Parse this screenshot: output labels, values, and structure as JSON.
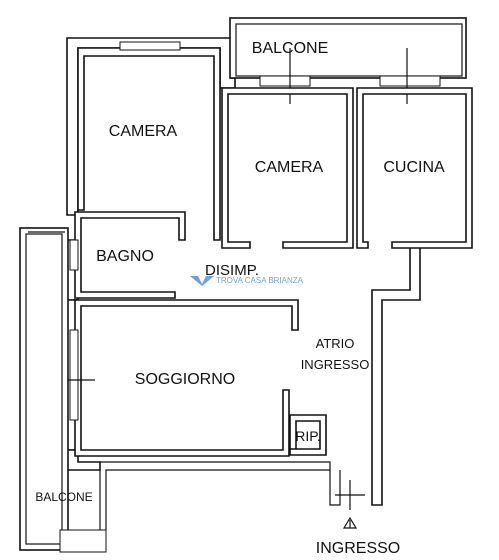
{
  "rooms": {
    "balcone_top": "BALCONE",
    "camera_left": "CAMERA",
    "camera_center": "CAMERA",
    "cucina": "CUCINA",
    "bagno": "BAGNO",
    "disimpegno": "DISIMP.",
    "atrio_line1": "ATRIO",
    "atrio_line2": "INGRESSO",
    "soggiorno": "SOGGIORNO",
    "ripostiglio": "RIP.",
    "balcone_left": "BALCONE"
  },
  "entrance_label": "INGRESSO",
  "watermark": {
    "text": "TROVA CASA BRIANZA",
    "color": "#6fa0d8"
  },
  "colors": {
    "walls": "#111111",
    "background": "#ffffff"
  }
}
